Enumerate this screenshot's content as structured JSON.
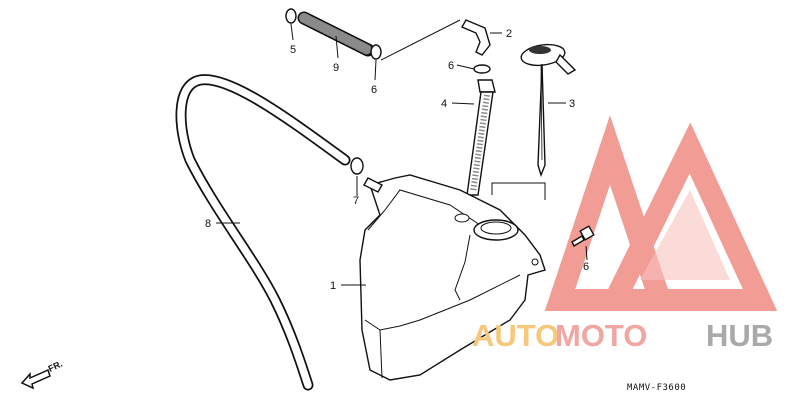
{
  "diagram": {
    "callouts": [
      "1",
      "2",
      "3",
      "4",
      "5",
      "6",
      "6",
      "6",
      "7",
      "8",
      "9"
    ],
    "diagram_code": "MAMV-F3600",
    "front_label": "FR."
  },
  "watermark": {
    "part1": "AUTO",
    "part2": "MOTO",
    "part3": "HUB",
    "colors": {
      "auto": "#f6c77c",
      "moto": "#f0a6a1",
      "hub": "#a9a9a9",
      "logo": "#f08b84"
    }
  }
}
